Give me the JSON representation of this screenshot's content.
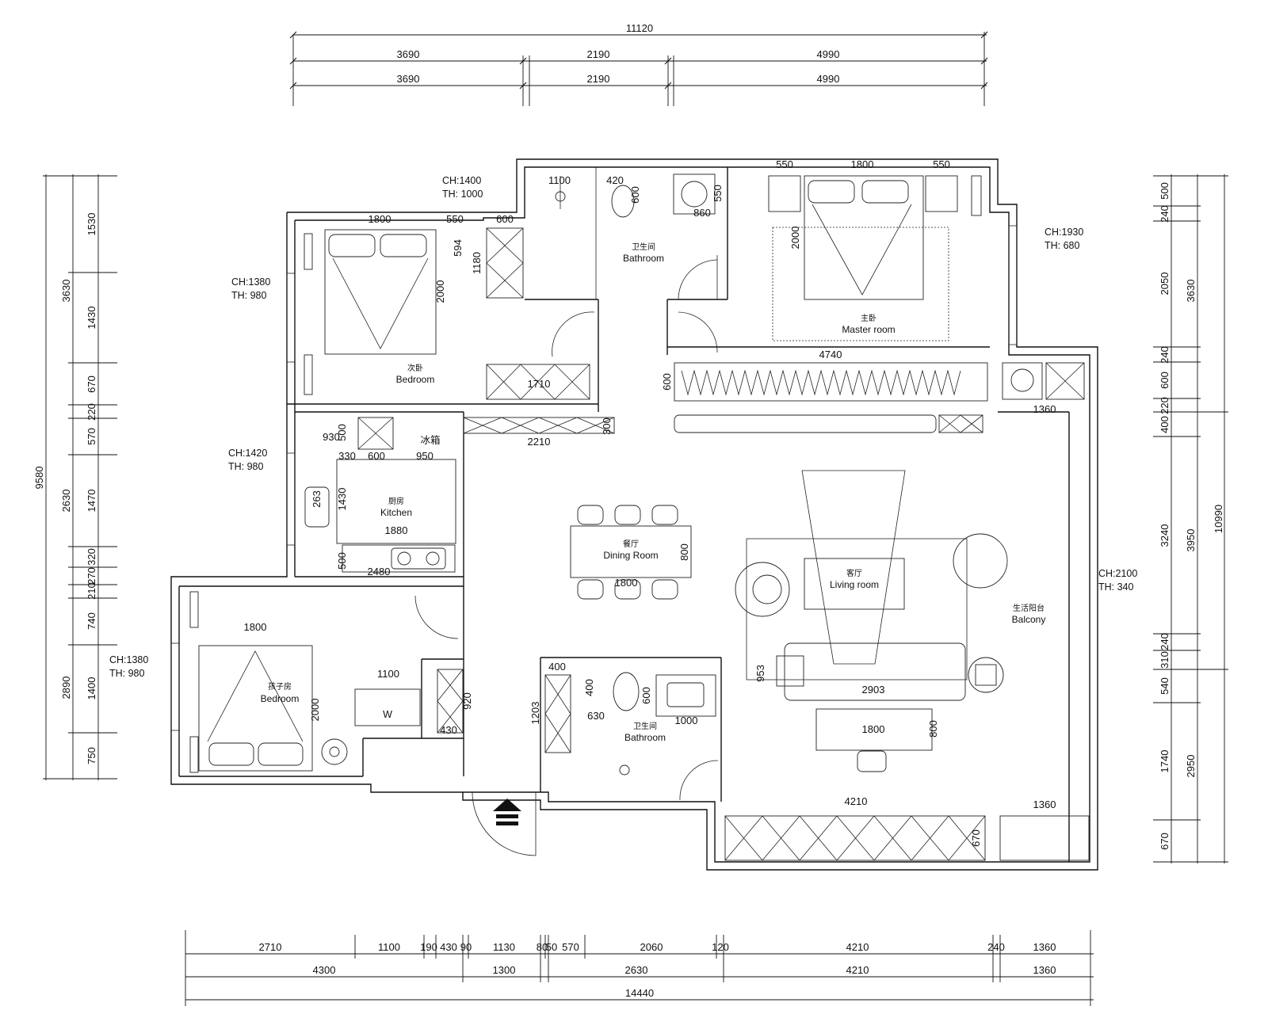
{
  "dims_top": {
    "total": "11120",
    "row1": [
      "3690",
      "2190",
      "4990"
    ],
    "row2": [
      "3690",
      "2190",
      "4990"
    ]
  },
  "dims_bottom": {
    "row1": [
      "2710",
      "1100",
      "190",
      "430",
      "90",
      "1130",
      "80",
      "50",
      "570",
      "2060",
      "120",
      "4210",
      "240",
      "1360"
    ],
    "row2": [
      "4300",
      "1300",
      "2630",
      "4210",
      "1360"
    ],
    "total": "14440"
  },
  "dims_left": {
    "total": "9580",
    "outer": [
      "3630",
      "2630",
      "2890"
    ],
    "inner": [
      "1530",
      "1430",
      "670",
      "220",
      "570",
      "1470",
      "320",
      "270",
      "210",
      "740",
      "1400",
      "750"
    ]
  },
  "dims_right": {
    "total": "10990",
    "outer": [
      "3630",
      "3950",
      "2950"
    ],
    "inner": [
      "500",
      "240",
      "2050",
      "240",
      "600",
      "220",
      "400",
      "3240",
      "240",
      "310",
      "540",
      "1740",
      "670"
    ]
  },
  "ceiling_notes": [
    {
      "ch": "CH:1400",
      "th": "TH: 1000"
    },
    {
      "ch": "CH:1380",
      "th": "TH: 980"
    },
    {
      "ch": "CH:1420",
      "th": "TH: 980"
    },
    {
      "ch": "CH:1380",
      "th": "TH: 980"
    },
    {
      "ch": "CH:1930",
      "th": "TH: 680"
    },
    {
      "ch": "CH:2100",
      "th": "TH: 340"
    }
  ],
  "rooms": {
    "bedroom_secondary": {
      "cn": "次卧",
      "en": "Bedroom"
    },
    "bathroom_top": {
      "cn": "卫生间",
      "en": "Bathroom"
    },
    "master": {
      "cn": "主卧",
      "en": "Master room"
    },
    "kitchen": {
      "cn": "厨房",
      "en": "Kitchen"
    },
    "dining": {
      "cn": "餐厅",
      "en": "Dining Room"
    },
    "living": {
      "cn": "客厅",
      "en": "Living room"
    },
    "balcony": {
      "cn": "生活阳台",
      "en": "Balcony"
    },
    "kids_bedroom": {
      "cn": "孩子房",
      "en": "Bedroom"
    },
    "bathroom_bottom": {
      "cn": "卫生间",
      "en": "Bathroom"
    }
  },
  "fridge_label": "冰箱",
  "wardrobe_letters": "W",
  "furniture_dims": {
    "bed2_w": "1800",
    "bed2_l": "2000",
    "bed2_side": "550",
    "bed2_wd": "600",
    "bath_top_a": "1100",
    "bath_top_b": "420",
    "bath_top_c": "550",
    "bath_top_d": "860",
    "bath_top_e": "600",
    "cab_594": "594",
    "cab_1180": "1180",
    "master_bed_w": "1800",
    "master_side_l": "550",
    "master_side_r": "550",
    "master_bed_l": "2000",
    "master_ward": "4740",
    "master_ward_d": "600",
    "bed2_cab": "1710",
    "k_930": "930",
    "k_500": "500",
    "k_330": "330",
    "k_600": "600",
    "k_950": "950",
    "k_1430": "1430",
    "k_263": "263",
    "k_1880": "1880",
    "k_500b": "500",
    "k_2480": "2480",
    "cab_2210": "2210",
    "cab_300": "300",
    "dining_w": "1800",
    "dining_d": "800",
    "kids_bed_w": "1800",
    "kids_bed_l": "2000",
    "kw_1100": "1100",
    "kw_920": "920",
    "kw_430": "430",
    "bb_400a": "400",
    "bb_1203": "1203",
    "bb_400b": "400",
    "bb_630": "630",
    "bb_600": "600",
    "bb_1000": "1000",
    "sofa_2903": "2903",
    "sofa_953": "953",
    "tv_1800": "1800",
    "tv_800": "800",
    "balc_1360": "1360",
    "balc_1360b": "1360",
    "balc_4210": "4210",
    "balc_670": "670"
  }
}
